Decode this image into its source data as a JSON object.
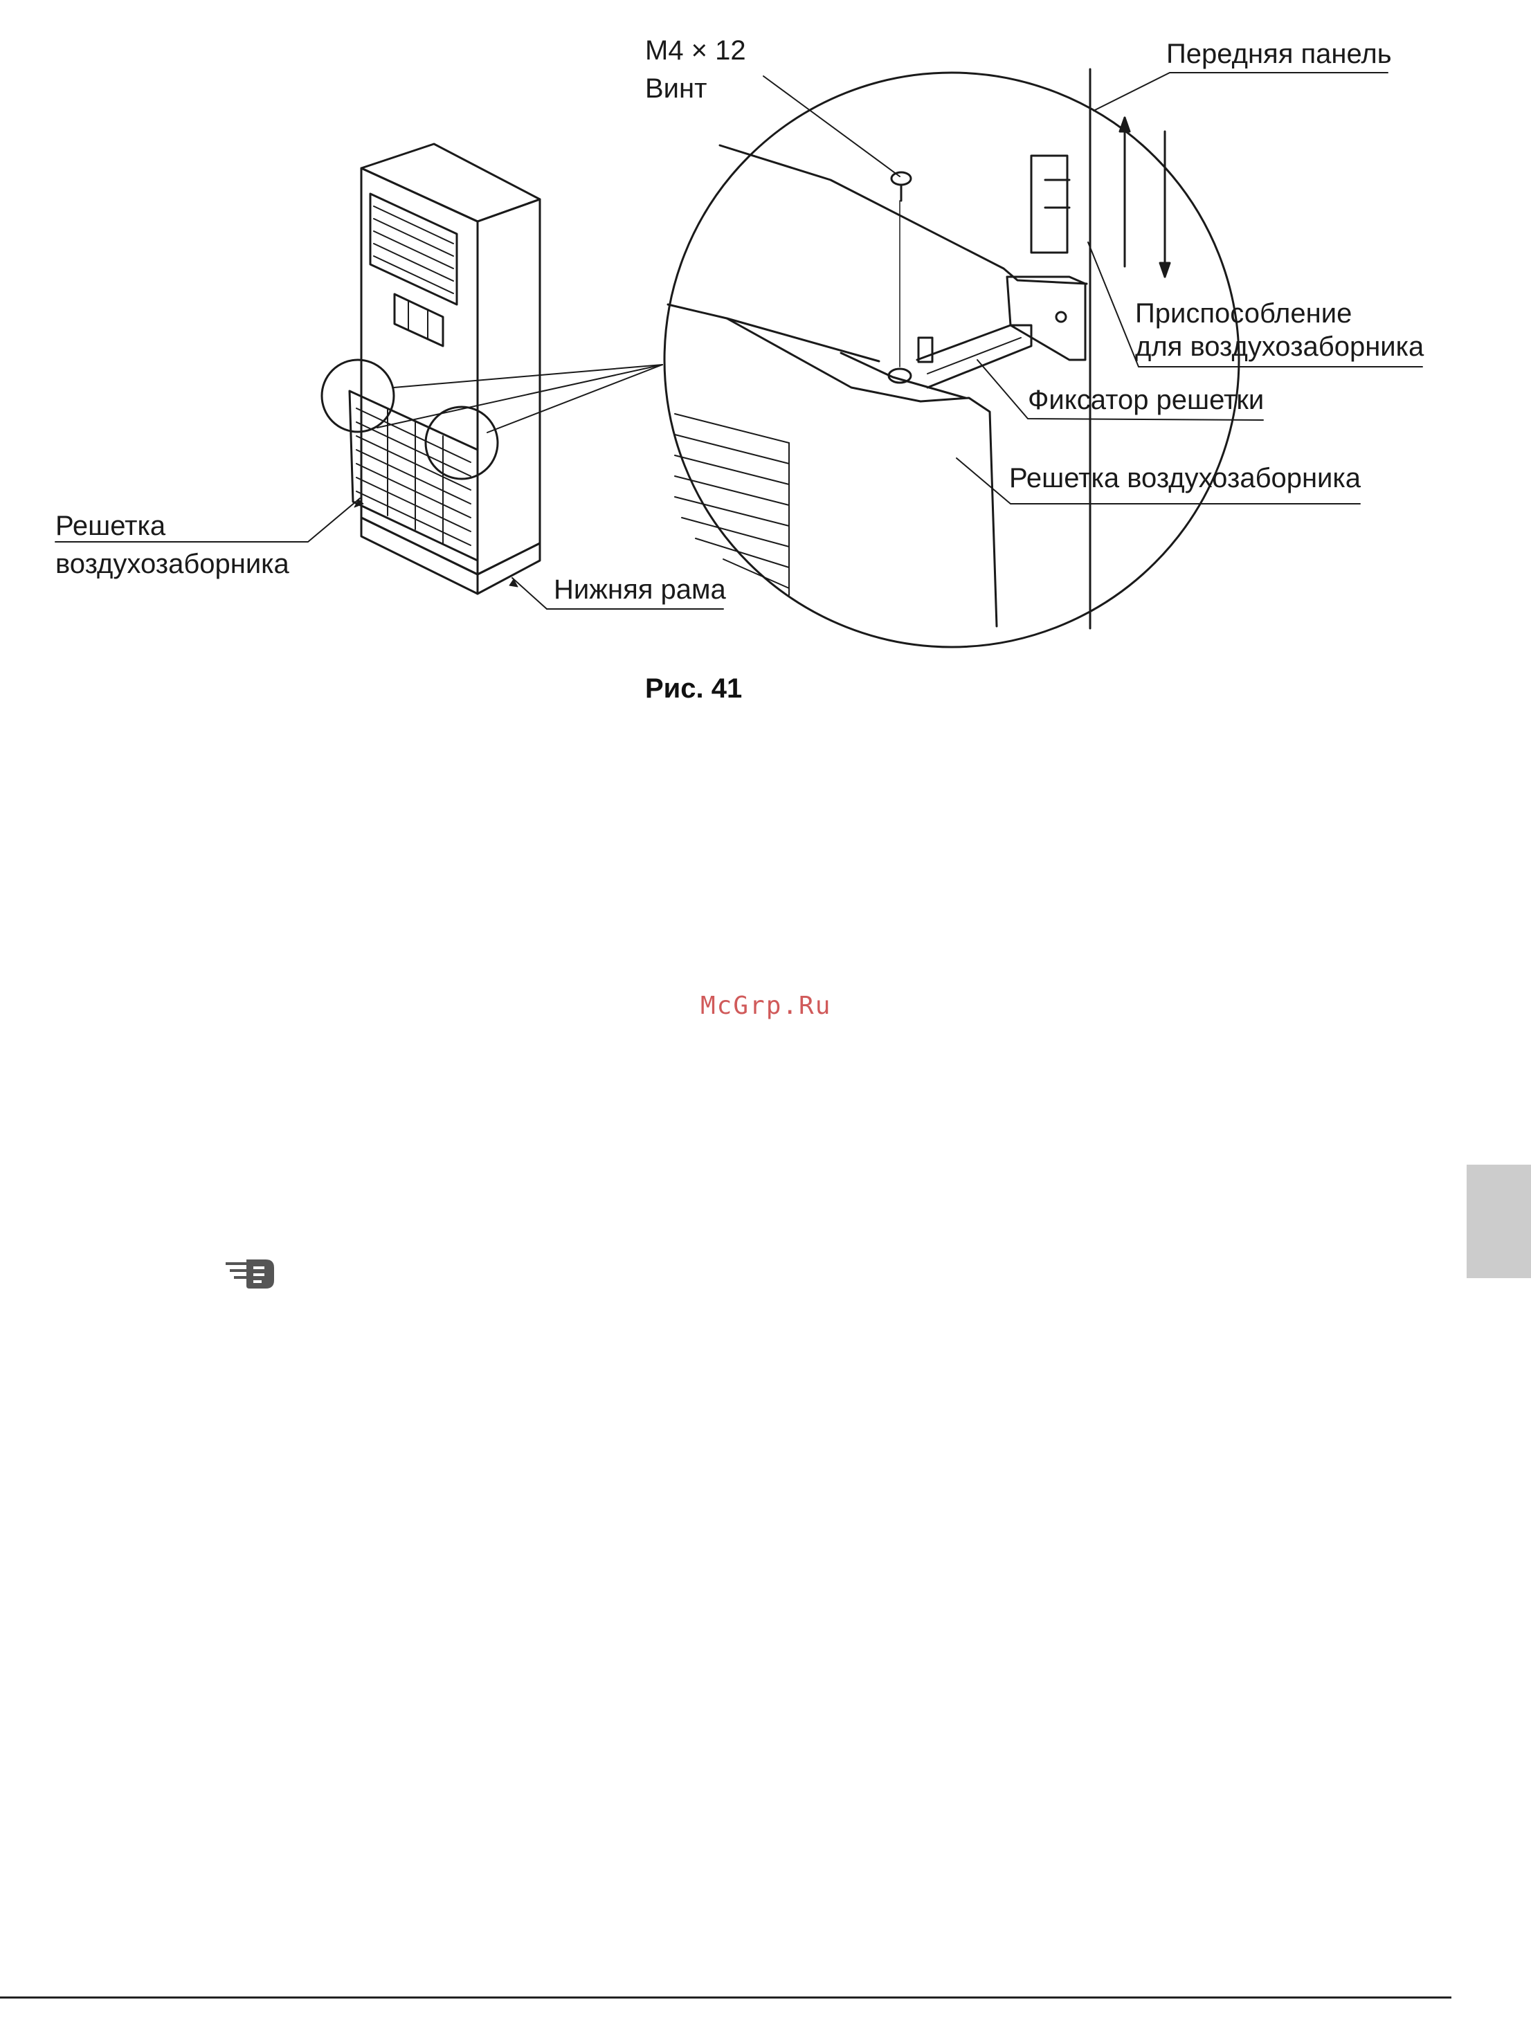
{
  "figure": {
    "labels": {
      "screw_size": "M4 × 12",
      "screw_name": "Винт",
      "front_panel": "Передняя панель",
      "intake_fixture_line1": "Приспособление",
      "intake_fixture_line2": "для воздухозаборника",
      "grille_latch": "Фиксатор решетки",
      "intake_grille_detail": "Решетка воздухозаборника",
      "intake_grille_line1": "Решетка",
      "intake_grille_line2": "воздухозаборника",
      "bottom_frame": "Нижняя рама"
    },
    "caption": "Рис. 41"
  },
  "watermark": "McGrp.Ru",
  "note_icon": "pointing-hand-icon",
  "colors": {
    "line": "#1a1a1a",
    "watermark": "#d05a5a",
    "side_tab": "#cccccc"
  }
}
